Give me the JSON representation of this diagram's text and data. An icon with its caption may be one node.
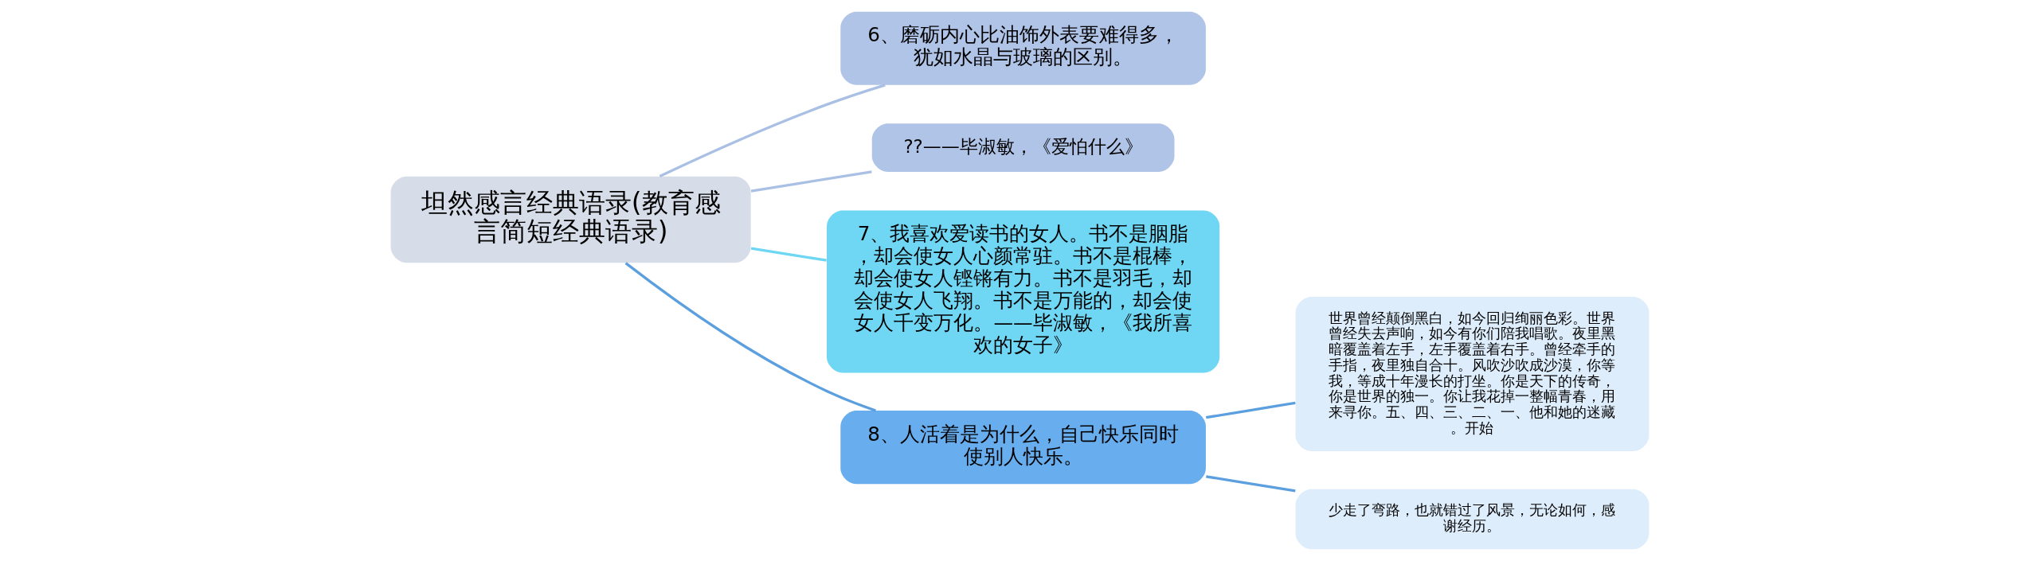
{
  "diagram": {
    "nodes": [
      {
        "text": [
          "坦然感言经典语录(教育感言简短经典语录)"
        ]
      },
      {
        "text": [
          "6、磨砺内心比油饰外表要难得多，犹如水晶与玻璃的区别。"
        ]
      },
      {
        "text": [
          "??——毕淑敏，《爱怕什么》"
        ]
      },
      {
        "text": [
          "7、我喜欢爱读书的女人。书不是胭脂，却会使女人心颜常驻。书不是棍棒，却会使女人铿锵有力。书不是羽毛，却会使女人飞翔。书不是万能的，却会使女人千变万化。——毕淑敏，《我所喜欢的女子》"
        ]
      },
      {
        "text": [
          "8、人活着是为什么，自己快乐同时使别人快乐。"
        ]
      },
      {
        "text": [
          "世界曾经颠倒黑白，如今回归绚丽色彩。世界曾经失去声响，如今有你们陪我唱歌。夜里黑暗覆盖着左手，左手覆盖着右手。曾经牵手的手指，夜里独自合十。风吹沙吹成沙漠，你等我，等成十年漫长的打坐。你是天下的传奇，你是世界的独一。你让我花掉一整幅青春，用来寻你。五、四、三、二、一、他和她的迷藏。开始"
        ]
      },
      {
        "text": [
          "少走了弯路，也就错过了风景，无论如何，感谢经历。"
        ]
      }
    ],
    "edges": [
      {
        "from": 0,
        "to": 1,
        "arrow": "none",
        "color": "#a9c0e4"
      },
      {
        "from": 0,
        "to": 2,
        "arrow": "none",
        "color": "#a9c0e4"
      },
      {
        "from": 0,
        "to": 3,
        "arrow": "none",
        "color": "#6dd6f3"
      },
      {
        "from": 0,
        "to": 4,
        "arrow": "none"
      },
      {
        "from": 4,
        "to": 5,
        "arrow": "none"
      },
      {
        "from": 4,
        "to": 6,
        "arrow": "none"
      }
    ]
  }
}
